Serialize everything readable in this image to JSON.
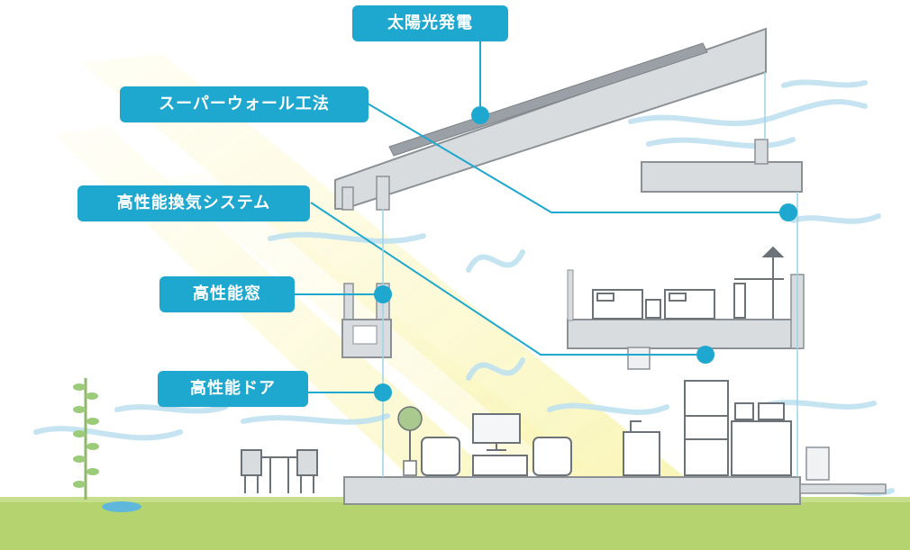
{
  "labels": {
    "solar": "太陽光発電",
    "super_wall": "スーパーウォール工法",
    "ventilation": "高性能換気システム",
    "window": "高性能窓",
    "door": "高性能ドア"
  },
  "colors": {
    "accent": "#1ea7cf",
    "house_fill": "#d9dcdf",
    "house_stroke": "#8c9196",
    "ground": "#b5d470",
    "sunbeam": "#f7f2a0",
    "wind": "#bfe1f0"
  },
  "icons": [
    "sunbeam",
    "wind-wave",
    "plant",
    "dining-table",
    "sofa",
    "tv",
    "bed",
    "desk-lamp",
    "refrigerator",
    "kitchen-counter",
    "leader-dot"
  ]
}
